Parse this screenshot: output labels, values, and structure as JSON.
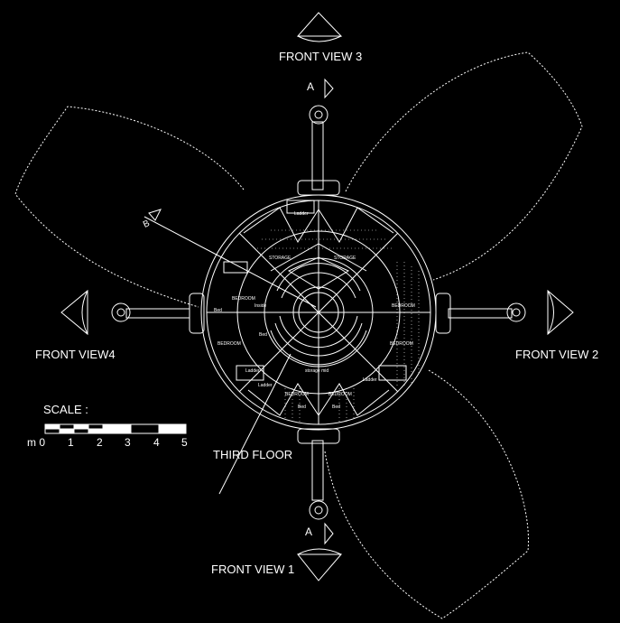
{
  "views": {
    "front_view_1": "FRONT VIEW 1",
    "front_view_2": "FRONT VIEW 2",
    "front_view_3": "FRONT VIEW 3",
    "front_view_4": "FRONT VIEW4"
  },
  "section_markers": {
    "a_top": "A",
    "a_bottom": "A",
    "b": "B"
  },
  "floor_label": "THIRD FLOOR",
  "scale": {
    "label": "SCALE :",
    "ticks": [
      "m 0",
      "1",
      "2",
      "3",
      "4",
      "5"
    ]
  },
  "rooms": {
    "storage_left": "STORAGE",
    "storage_right": "STORAGE",
    "bedroom_w": "BEDROOM",
    "bedroom_sw": "BEDROOM",
    "bedroom_e": "BEDROOM",
    "bedroom_se": "BEDROOM",
    "bedroom_s1": "BEDROOM",
    "bedroom_s2": "BEDROOM",
    "bed_1": "Bed",
    "bed_2": "Bed",
    "bed_3": "Bed",
    "bed_4": "Bed",
    "ladder_1": "Ladder",
    "ladder_2": "Ladder",
    "ladder_3": "Ladder",
    "ladder_4": "Ladder",
    "storage_mid": "storage mid",
    "inside": "Inside"
  },
  "colors": {
    "background": "#000000",
    "line": "#ffffff"
  }
}
